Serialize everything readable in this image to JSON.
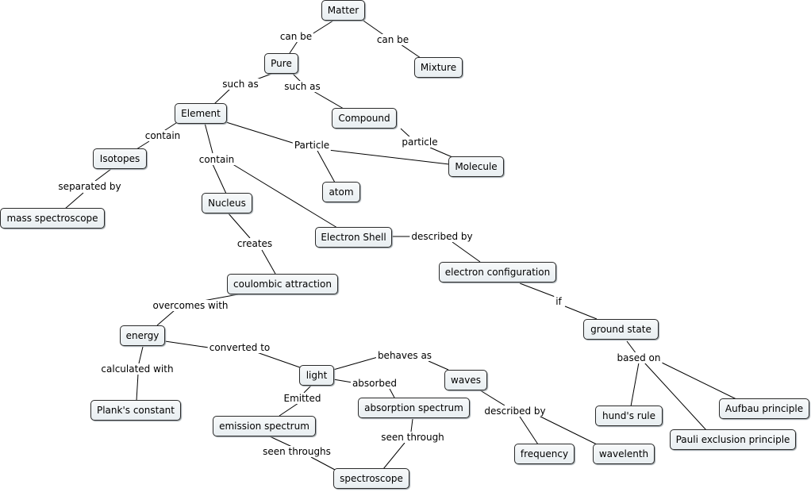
{
  "nodes": {
    "matter": "Matter",
    "pure": "Pure",
    "mixture": "Mixture",
    "element": "Element",
    "compound": "Compound",
    "isotopes": "Isotopes",
    "molecule": "Molecule",
    "atom": "atom",
    "mass_spectroscope": "mass spectroscope",
    "nucleus": "Nucleus",
    "electron_shell": "Electron Shell",
    "electron_configuration": "electron configuration",
    "coulombic_attraction": "coulombic attraction",
    "ground_state": "ground state",
    "energy": "energy",
    "light": "light",
    "waves": "waves",
    "planks_constant": "Plank's constant",
    "absorption_spectrum": "absorption spectrum",
    "emission_spectrum": "emission spectrum",
    "hunds_rule": "hund's rule",
    "aufbau_principle": "Aufbau principle",
    "pauli_exclusion_principle": "Pauli exclusion principle",
    "frequency": "frequency",
    "wavelenth": "wavelenth",
    "spectroscope": "spectroscope"
  },
  "links": {
    "matter_pure": "can be",
    "matter_mixture": "can be",
    "pure_element": "such as",
    "pure_compound": "such as",
    "element_isotopes": "contain",
    "element_particle": "Particle",
    "compound_molecule": "particle",
    "element_nucleus_shell": "contain",
    "isotopes_mass": "separated by",
    "nucleus_coulombic": "creates",
    "shell_config": "described by",
    "config_ground": "if",
    "coulombic_energy": "overcomes with",
    "energy_light": "converted to",
    "energy_plank": "calculated with",
    "light_waves": "behaves as",
    "light_absorption": "absorbed",
    "light_emission": "Emitted",
    "ground_based": "based on",
    "waves_described": "described by",
    "absorption_spectro": "seen through",
    "emission_spectro": "seen throughs"
  }
}
